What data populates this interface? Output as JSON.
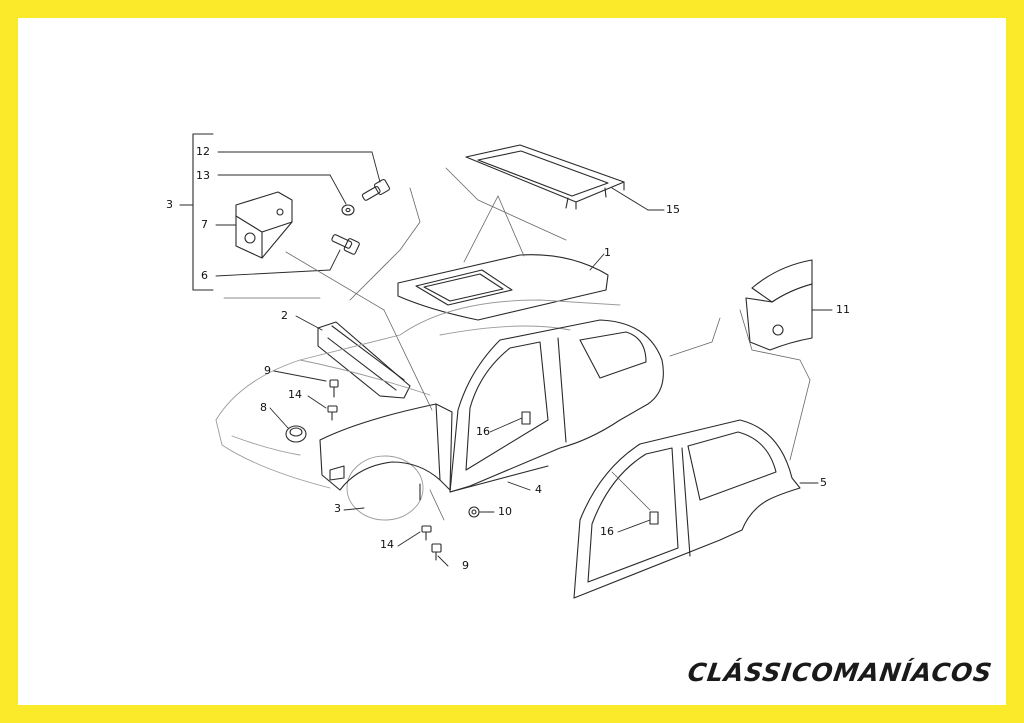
{
  "brand": {
    "watermark": "CLÁSSICOMANÍACOS",
    "frame_color": "#FBEA2A"
  },
  "callouts": [
    {
      "id": "c12",
      "label": "12"
    },
    {
      "id": "c13",
      "label": "13"
    },
    {
      "id": "c3a",
      "label": "3"
    },
    {
      "id": "c7",
      "label": "7"
    },
    {
      "id": "c6",
      "label": "6"
    },
    {
      "id": "c15",
      "label": "15"
    },
    {
      "id": "c1",
      "label": "1"
    },
    {
      "id": "c11",
      "label": "11"
    },
    {
      "id": "c2",
      "label": "2"
    },
    {
      "id": "c9a",
      "label": "9"
    },
    {
      "id": "c14a",
      "label": "14"
    },
    {
      "id": "c8",
      "label": "8"
    },
    {
      "id": "c16a",
      "label": "16"
    },
    {
      "id": "c4",
      "label": "4"
    },
    {
      "id": "c5",
      "label": "5"
    },
    {
      "id": "c3b",
      "label": "3"
    },
    {
      "id": "c10",
      "label": "10"
    },
    {
      "id": "c16b",
      "label": "16"
    },
    {
      "id": "c14b",
      "label": "14"
    },
    {
      "id": "c9b",
      "label": "9"
    }
  ]
}
